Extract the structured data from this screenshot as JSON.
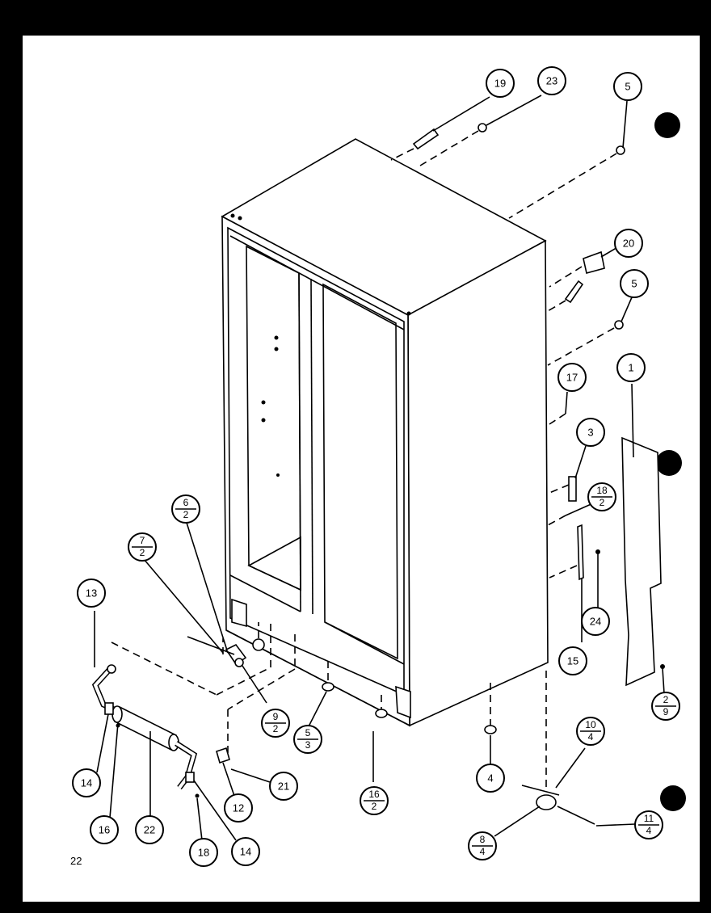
{
  "page_number": "22",
  "callouts": [
    {
      "name": "callout-19",
      "label": "19"
    },
    {
      "name": "callout-23",
      "label": "23"
    },
    {
      "name": "callout-5-top",
      "label": "5"
    },
    {
      "name": "callout-20",
      "label": "20"
    },
    {
      "name": "callout-5-mid",
      "label": "5"
    },
    {
      "name": "callout-1",
      "label": "1"
    },
    {
      "name": "callout-17",
      "label": "17"
    },
    {
      "name": "callout-3",
      "label": "3"
    },
    {
      "name": "callout-18-2",
      "top": "18",
      "bottom": "2"
    },
    {
      "name": "callout-24",
      "label": "24"
    },
    {
      "name": "callout-15",
      "label": "15"
    },
    {
      "name": "callout-2-9",
      "top": "2",
      "bottom": "9"
    },
    {
      "name": "callout-6-2",
      "top": "6",
      "bottom": "2"
    },
    {
      "name": "callout-7-2",
      "top": "7",
      "bottom": "2"
    },
    {
      "name": "callout-13",
      "label": "13"
    },
    {
      "name": "callout-9-2",
      "top": "9",
      "bottom": "2"
    },
    {
      "name": "callout-5-3",
      "top": "5",
      "bottom": "3"
    },
    {
      "name": "callout-16-2",
      "top": "16",
      "bottom": "2"
    },
    {
      "name": "callout-4",
      "label": "4"
    },
    {
      "name": "callout-10-4",
      "top": "10",
      "bottom": "4"
    },
    {
      "name": "callout-11-4",
      "top": "11",
      "bottom": "4"
    },
    {
      "name": "callout-8-4",
      "top": "8",
      "bottom": "4"
    },
    {
      "name": "callout-21",
      "label": "21"
    },
    {
      "name": "callout-12",
      "label": "12"
    },
    {
      "name": "callout-14-left",
      "label": "14"
    },
    {
      "name": "callout-16",
      "label": "16"
    },
    {
      "name": "callout-22",
      "label": "22"
    },
    {
      "name": "callout-18",
      "label": "18"
    },
    {
      "name": "callout-14-right",
      "label": "14"
    }
  ]
}
